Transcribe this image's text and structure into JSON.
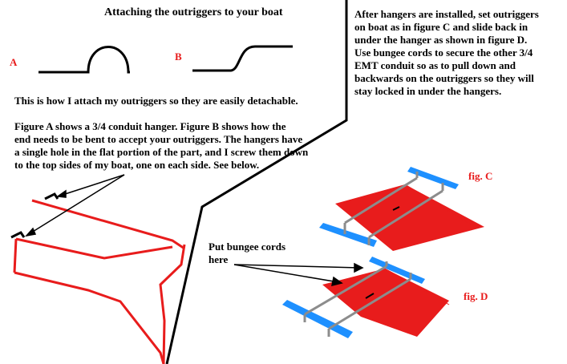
{
  "title": "Attaching the outriggers to your boat",
  "label_a": "A",
  "label_b": "B",
  "intro": "This is how I attach my outriggers so they are easily detachable.",
  "paragraph_lines": [
    "Figure A shows a 3/4 conduit hanger.   Figure B shows how the",
    "end needs to be bent to accept your outriggers.  The hangers have",
    "a single hole in the flat portion of the part, and I screw them down",
    "to the top sides of my boat, one on each side.  See below."
  ],
  "right_lines": [
    "After hangers are installed, set outriggers",
    "on boat as in figure C and slide back in",
    "under the hanger as shown in figure D.",
    "Use bungee cords to secure the other 3/4",
    "EMT conduit so as to pull down and",
    "backwards on the outriggers so they will",
    "stay locked in under the hangers."
  ],
  "bungee_lines": [
    "Put bungee cords",
    "here"
  ],
  "fig_c": "fig. C",
  "fig_d": "fig. D",
  "colors": {
    "red": "#e81c1c",
    "blue": "#1e90ff",
    "gray": "#8c8c8c"
  }
}
